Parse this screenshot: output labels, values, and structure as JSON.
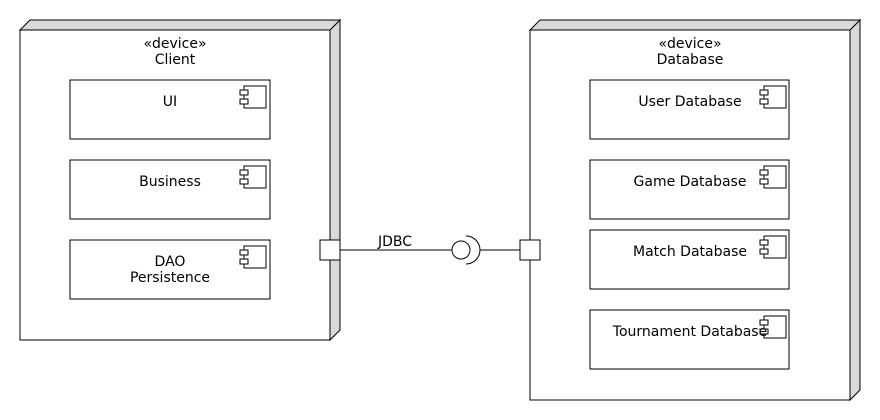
{
  "nodes": {
    "client": {
      "stereotype": "«device»",
      "name": "Client",
      "components": [
        {
          "lines": [
            "UI"
          ]
        },
        {
          "lines": [
            "Business"
          ]
        },
        {
          "lines": [
            "DAO",
            "Persistence"
          ]
        }
      ]
    },
    "database": {
      "stereotype": "«device»",
      "name": "Database",
      "components": [
        {
          "lines": [
            "User Database"
          ]
        },
        {
          "lines": [
            "Game Database"
          ]
        },
        {
          "lines": [
            "Match Database"
          ]
        },
        {
          "lines": [
            "Tournament Database"
          ]
        }
      ]
    }
  },
  "connector": {
    "label": "JDBC"
  }
}
